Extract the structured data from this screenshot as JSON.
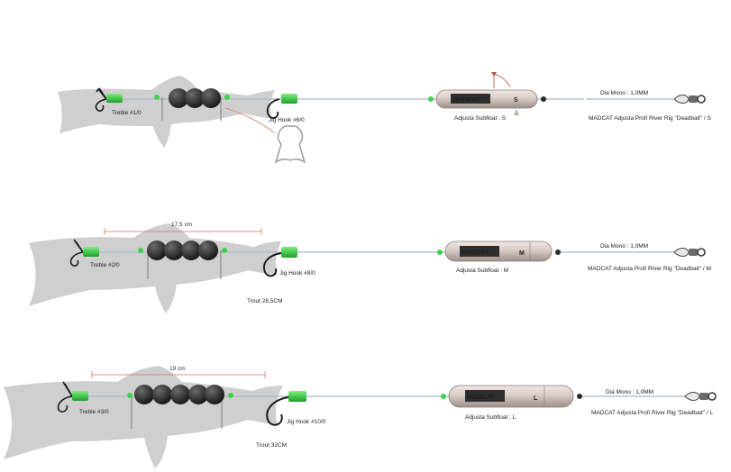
{
  "brand": "MADCAT",
  "rigs": [
    {
      "hooks": {
        "treble": "Treble #1/0",
        "jig": "Jig Hook #6/0"
      },
      "float_label": "Adjusta Subfloat : S",
      "float_size": "S",
      "line_label": "Dia Mono : 1,0MM",
      "product": "MADCAT Adjusta Profi River Rig \"Deadbait\" / S",
      "dimension": "",
      "trout": ""
    },
    {
      "hooks": {
        "treble": "Treble #2/0",
        "jig": "Jig Hook #8/0"
      },
      "float_label": "Adjusta Subfloat : M",
      "float_size": "M",
      "line_label": "Dia Mono : 1,0MM",
      "product": "MADCAT Adjusta Profi River Rig \"Deadbait\" / M",
      "dimension": "17,5 cm",
      "trout": "Trout 28,5CM"
    },
    {
      "hooks": {
        "treble": "Treble #3/0",
        "jig": "Jig Hook #10/0"
      },
      "float_label": "Adjusta Subfloat : L",
      "float_size": "L",
      "line_label": "Dia Mono : 1,0MM",
      "product": "MADCAT Adjusta Profi River Rig \"Deadbait\" / L",
      "dimension": "19 cm",
      "trout": "Trout 32CM"
    }
  ]
}
